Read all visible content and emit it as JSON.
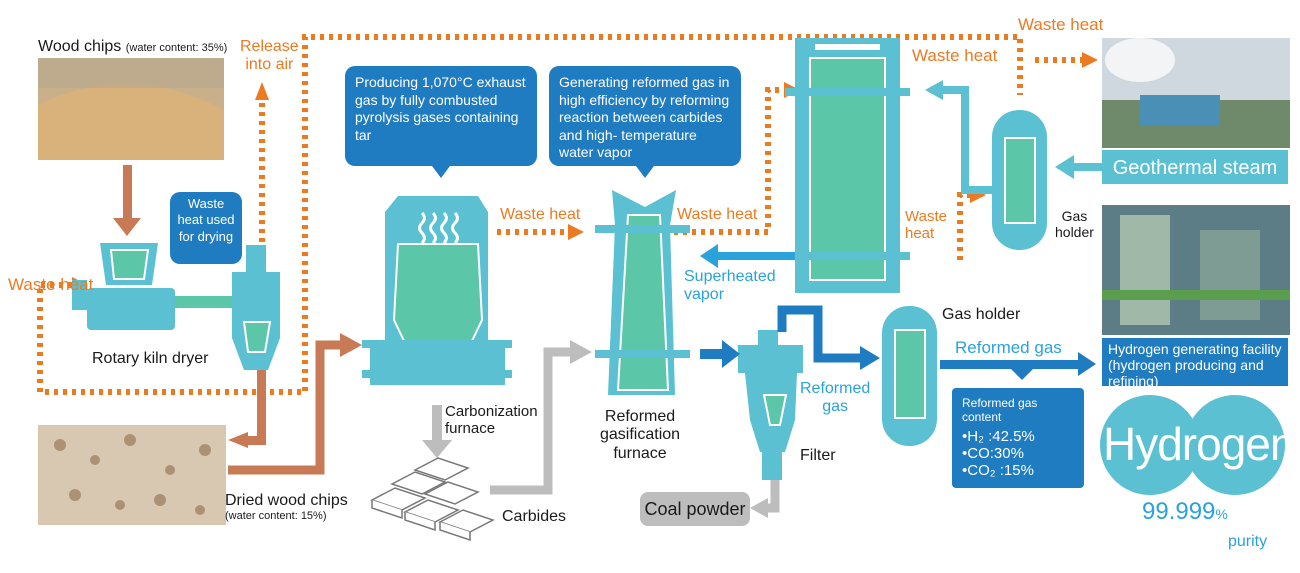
{
  "labels": {
    "wood_chips": "Wood chips",
    "wood_chips_water": "(water content: 35%)",
    "release_into_air_1": "Release",
    "release_into_air_2": "into air",
    "waste_heat_left": "Waste heat",
    "waste_heat_top_right": "Waste heat",
    "waste_heat_mid": "Waste heat",
    "waste_heat_furnace1": "Waste heat",
    "waste_heat_furnace2": "Waste heat",
    "waste_heat_gh_1": "Waste",
    "waste_heat_gh_2": "heat",
    "waste_heat_drying_1": "Waste",
    "waste_heat_drying_2": "heat used",
    "waste_heat_drying_3": "for drying",
    "rotary_kiln_dryer": "Rotary kiln dryer",
    "dried_wood_chips": "Dried wood chips",
    "dried_wood_chips_water": "(water content: 15%)",
    "carbonization_1": "Carbonization",
    "carbonization_2": "furnace",
    "carbides": "Carbides",
    "reformed_furnace_1": "Reformed",
    "reformed_furnace_2": "gasification",
    "reformed_furnace_3": "furnace",
    "superheated_1": "Superheated",
    "superheated_2": "vapor",
    "reformed_gas_mid_1": "Reformed",
    "reformed_gas_mid_2": "gas",
    "filter": "Filter",
    "coal_powder": "Coal powder",
    "gas_holder_top_1": "Gas",
    "gas_holder_top_2": "holder",
    "gas_holder_bottom": "Gas holder",
    "reformed_gas_right": "Reformed gas",
    "geothermal_steam": "Geothermal steam",
    "hydrogen_facility": "Hydrogen generating facility (hydrogen producing and refining)",
    "hydrogen": "Hydrogen",
    "purity_value": "99.999",
    "purity_pct": "%",
    "purity_word": "purity"
  },
  "callouts": {
    "exhaust": "Producing 1,070°C exhaust gas by fully combusted pyrolysis gases containing tar",
    "reforming": "Generating reformed gas in high efficiency by reforming reaction between carbides and high- temperature water vapor"
  },
  "gas_content": {
    "title": "Reformed gas content",
    "h2": "•H₂ :42.5%",
    "co": "•CO:30%",
    "co2": "•CO₂ :15%"
  },
  "colors": {
    "orange": "#ec7a21",
    "brown_arrow": "#c77a55",
    "teal_light": "#5bc0d2",
    "teal_dark": "#5bc7a8",
    "blue": "#1f7cc0",
    "light_blue_text": "#2aa2dc",
    "gray_arrow": "#bdbdbd"
  },
  "icons": {
    "heat_waves": "heat-waves-icon",
    "carbide_bricks": "carbide-bricks-icon"
  }
}
